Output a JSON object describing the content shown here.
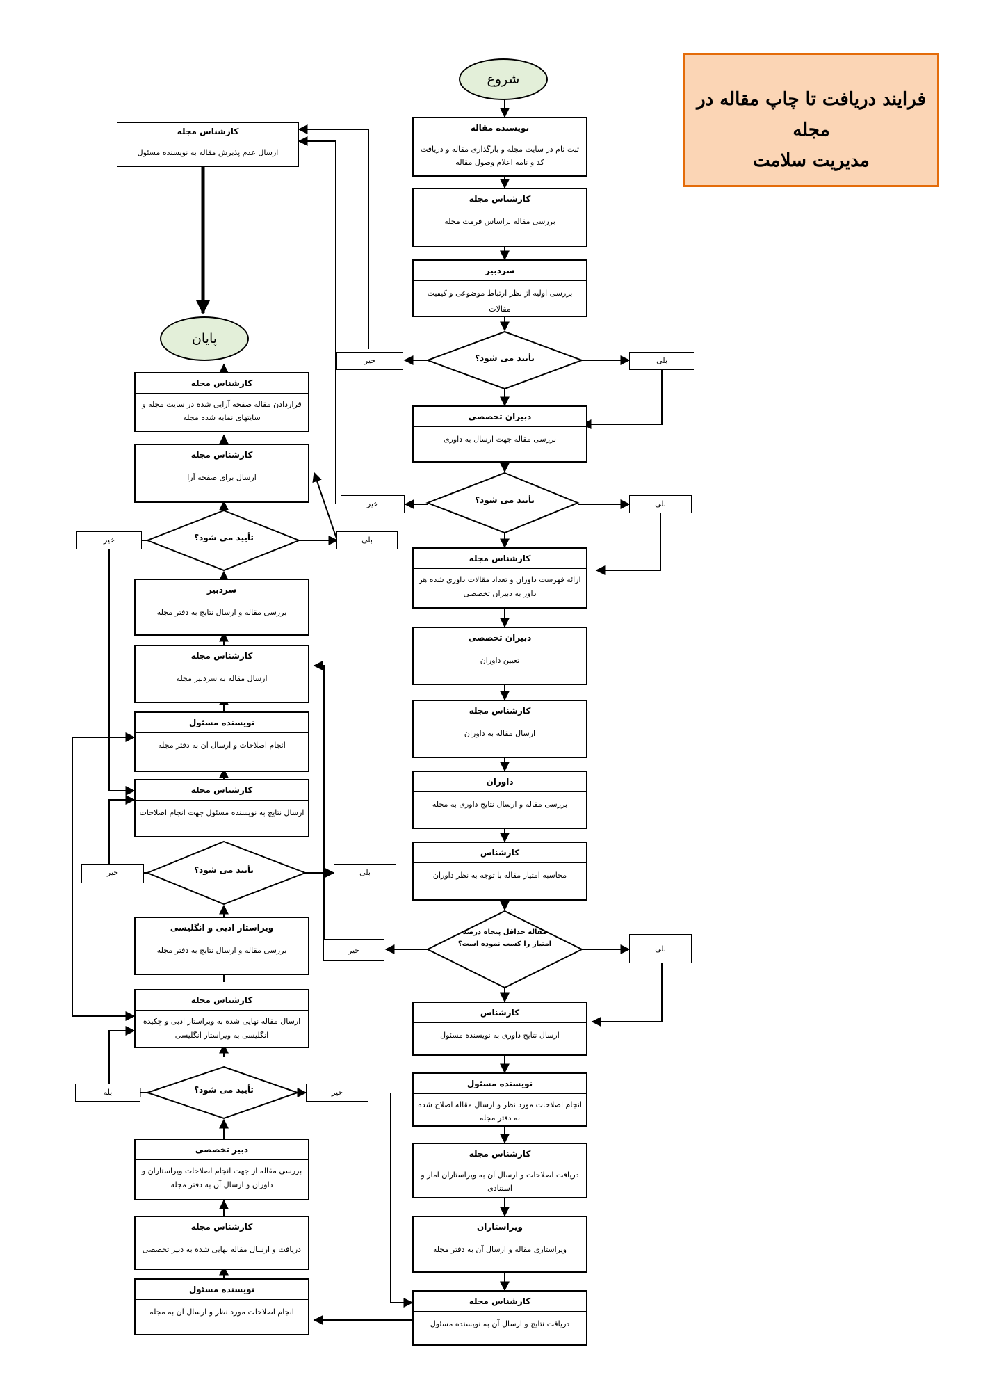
{
  "title": {
    "line1": "فرایند دریافت تا چاپ مقاله در مجله",
    "line2": "مدیریت سلامت"
  },
  "colors": {
    "title_fill": "#fbd5b5",
    "title_border": "#e46c0a",
    "terminal_fill": "#e3efd9"
  },
  "terminals": {
    "start": "شروع",
    "end": "پایان"
  },
  "boxes": {
    "b01": {
      "head": "نویسنده مقاله",
      "body": "ثبت نام در سایت مجله و بارگذاری مقاله و دریافت کد و نامه اعلام وصول مقاله"
    },
    "b02": {
      "head": "کارشناس مجله",
      "body": "بررسی مقاله براساس فرمت مجله"
    },
    "b03": {
      "head": "سردبیر",
      "body": "بررسی اولیه از نظر ارتباط موضوعی و کیفیت مقالات"
    },
    "b04": {
      "head": "دبیران تخصصی",
      "body": "بررسی مقاله جهت ارسال به داوری"
    },
    "b05": {
      "head": "کارشناس مجله",
      "body": "ارائه فهرست داوران و تعداد مقالات داوری شده هر داور به دبیران تخصصی"
    },
    "b06": {
      "head": "دبیران تخصصی",
      "body": "تعیین داوران"
    },
    "b07": {
      "head": "کارشناس مجله",
      "body": "ارسال مقاله به داوران"
    },
    "b08": {
      "head": "داوران",
      "body": "بررسی مقاله و ارسال نتایج داوری به مجله"
    },
    "b09": {
      "head": "کارشناس",
      "body": "محاسبه امتیاز مقاله با توجه به نظر داوران"
    },
    "b10": {
      "head": "کارشناس",
      "body": "ارسال نتایج داوری به نویسنده مسئول"
    },
    "b11": {
      "head": "نویسنده مسئول",
      "body": "انجام اصلاحات مورد نظر و ارسال مقاله اصلاح شده به دفتر مجله"
    },
    "b12": {
      "head": "کارشناس مجله",
      "body": "دریافت اصلاحات و ارسال آن به ویراستاران آمار و استنادی"
    },
    "b13": {
      "head": "ویراستاران",
      "body": "ویراستاری مقاله و ارسال آن به دفتر مجله"
    },
    "b14": {
      "head": "کارشناس مجله",
      "body": "دریافت نتایج و ارسال آن به نویسنده مسئول"
    },
    "b15": {
      "head": "نویسنده مسئول",
      "body": "انجام اصلاحات مورد نظر و ارسال آن به مجله"
    },
    "b16": {
      "head": "کارشناس مجله",
      "body": "دریافت و ارسال مقاله نهایی شده به دبیر تخصصی"
    },
    "b17": {
      "head": "دبیر تخصصی",
      "body": "بررسی مقاله از جهت انجام اصلاحات ویراستاران و داوران و ارسال آن به دفتر مجله"
    },
    "b18": {
      "head": "کارشناس مجله",
      "body": "ارسال مقاله نهایی شده به ویراستار ادبی و چکیده انگلیسی به ویراستار انگلیسی"
    },
    "b19": {
      "head": "ویراستار ادبی و انگلیسی",
      "body": "بررسی مقاله و ارسال نتایج به دفتر مجله"
    },
    "b20": {
      "head": "کارشناس مجله",
      "body": "ارسال نتایج به نویسنده مسئول جهت انجام اصلاحات"
    },
    "b21": {
      "head": "نویسنده مسئول",
      "body": "انجام اصلاحات و ارسال آن به دفتر مجله"
    },
    "b22": {
      "head": "کارشناس مجله",
      "body": "ارسال مقاله به سردبیر مجله"
    },
    "b23": {
      "head": "سردبیر",
      "body": "بررسی مقاله و ارسال نتایج به دفتر مجله"
    },
    "b24": {
      "head": "کارشناس مجله",
      "body": "ارسال برای صفحه آرا"
    },
    "b25": {
      "head": "کارشناس مجله",
      "body": "قراردادن مقاله صفحه آرایی شده در سایت مجله و سایتهای نمایه شده مجله"
    },
    "b26": {
      "head": "کارشناس مجله",
      "body": "ارسال عدم پذیرش مقاله به نویسنده مسئول"
    }
  },
  "decisions": {
    "d1": "تأیید می شود؟",
    "d2": "تأیید می شود؟",
    "d3": "مقاله حداقل پنجاه درصد امتیاز را کسب نموده است؟",
    "d4": "تأیید می شود؟",
    "d5": "تأیید می شود؟",
    "d6": "تأیید می شود؟"
  },
  "tags": {
    "yes": "بلی",
    "yes_alt": "بله",
    "no": "خیر"
  }
}
